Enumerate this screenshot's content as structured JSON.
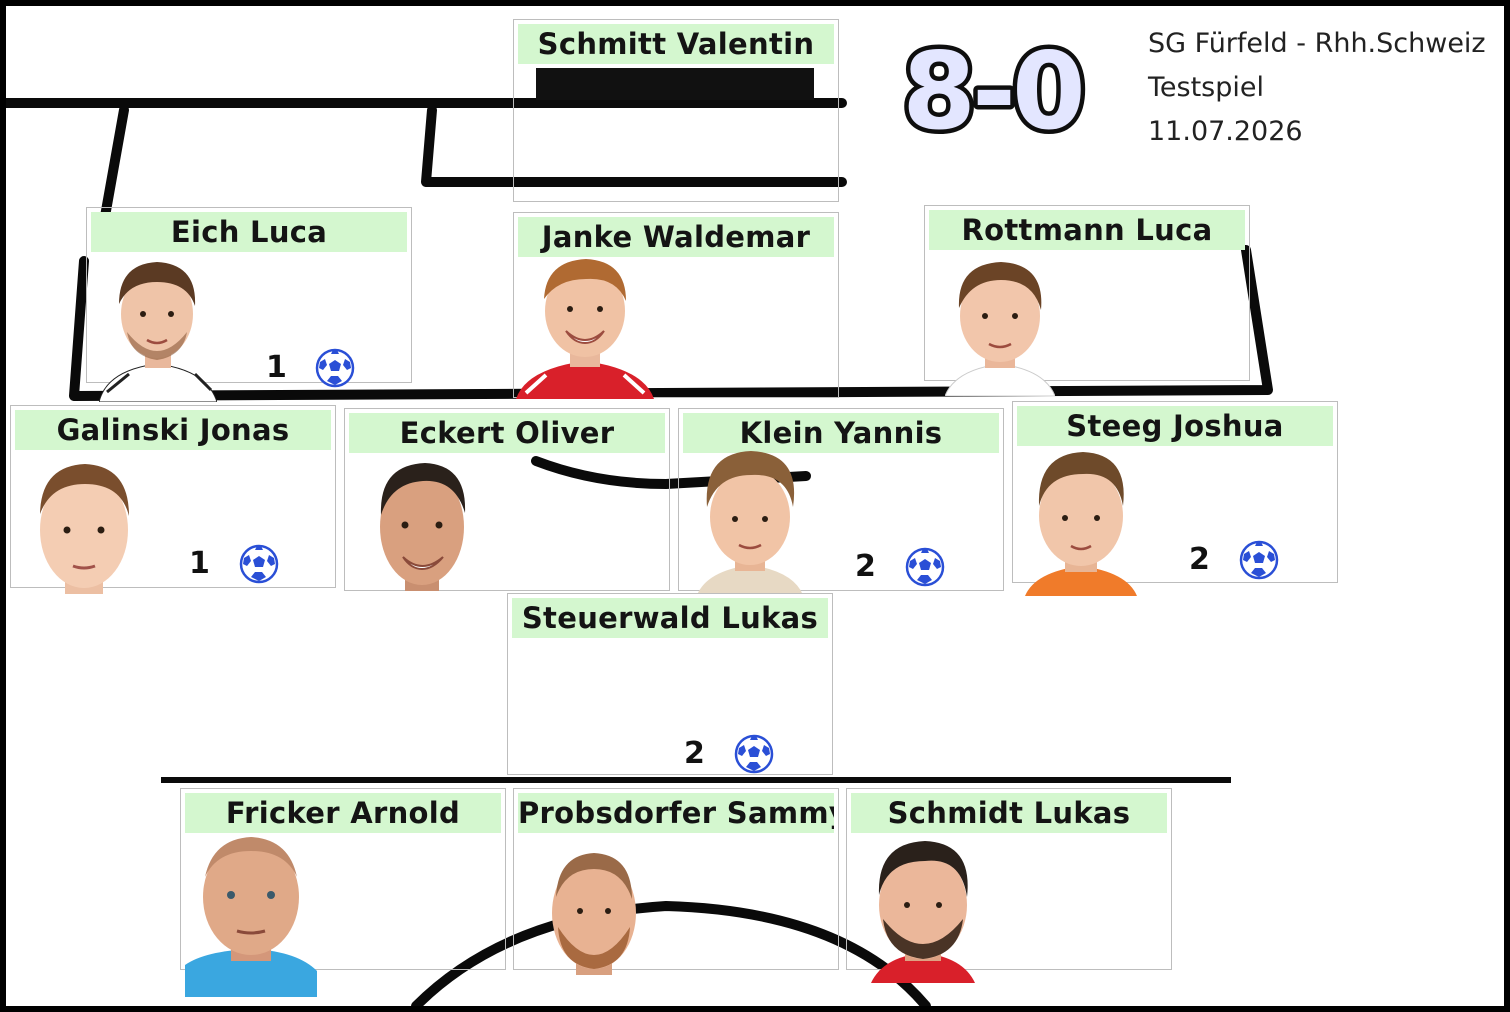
{
  "match": {
    "score": "8-0",
    "teams": "SG Fürfeld - Rhh.Schweiz",
    "type": "Testspiel",
    "date": "11.07.2026"
  },
  "colors": {
    "name_band": "#d4f7cf",
    "ball": "#2a4fd6",
    "score_fill": "#e3e6ff"
  },
  "goalkeeper": {
    "name": "Schmitt Valentin"
  },
  "forwards": [
    {
      "name": "Eich Luca",
      "goals": "1",
      "jersey": "#ffffff"
    },
    {
      "name": "Janke Waldemar",
      "goals": "",
      "jersey": "#d9202a"
    },
    {
      "name": "Rottmann Luca",
      "goals": "",
      "jersey": "#ffffff"
    }
  ],
  "midfield": [
    {
      "name": "Galinski Jonas",
      "goals": "1",
      "jersey": "#ffffff"
    },
    {
      "name": "Eckert Oliver",
      "goals": "",
      "jersey": "#ffffff"
    },
    {
      "name": "Klein Yannis",
      "goals": "2",
      "jersey": "#e7d9c4"
    },
    {
      "name": "Steeg Joshua",
      "goals": "2",
      "jersey": "#f07b2a"
    }
  ],
  "defensive_mid": {
    "name": "Steuerwald Lukas",
    "goals": "2"
  },
  "substitutes": [
    {
      "name": "Fricker Arnold",
      "goals": "",
      "jersey": "#3aa7e0"
    },
    {
      "name": "Probsdorfer Sammy",
      "goals": "",
      "jersey": "#ffffff"
    },
    {
      "name": "Schmidt Lukas",
      "goals": "",
      "jersey": "#d9202a"
    }
  ]
}
